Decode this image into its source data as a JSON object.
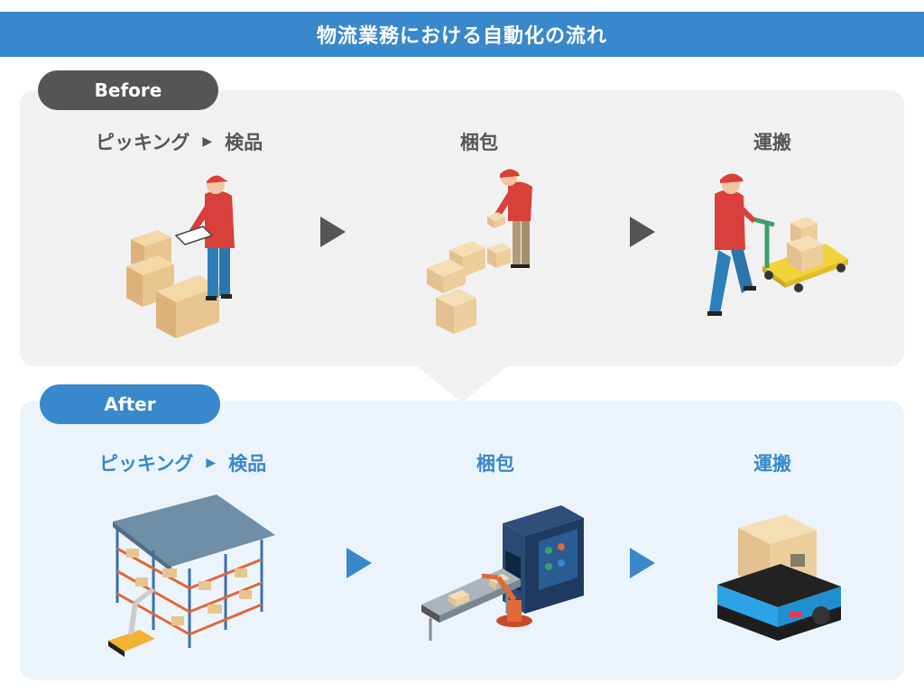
{
  "title": "物流業務における自動化の流れ",
  "before": {
    "label": "Before",
    "steps": [
      {
        "name": "ピッキング",
        "sub": "検品"
      },
      {
        "name": "梱包"
      },
      {
        "name": "運搬"
      }
    ]
  },
  "after": {
    "label": "After",
    "steps": [
      {
        "name": "ピッキング",
        "sub": "検品"
      },
      {
        "name": "梱包"
      },
      {
        "name": "運搬"
      }
    ]
  },
  "colors": {
    "accent": "#3a88cc",
    "dark": "#555555",
    "before_bg": "#f1f1f1",
    "after_bg": "#ecf4fb"
  }
}
